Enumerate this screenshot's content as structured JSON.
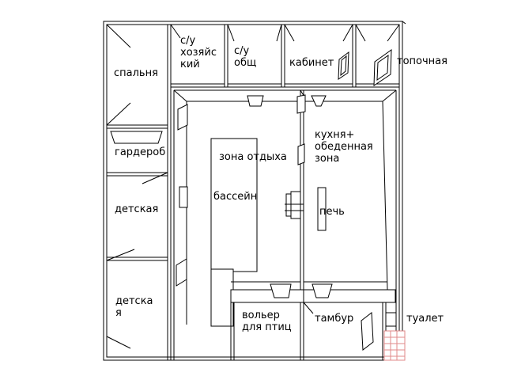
{
  "rooms": {
    "bedroom": "спальня",
    "bath_owner": "с/у\nхозяйс\nкий",
    "bath_common": "с/у\nобщ",
    "study": "кабинет",
    "boiler": "топочная",
    "wardrobe": "гардероб",
    "nursery_1": "детская",
    "nursery_2": "детска\nя",
    "rest_zone": "зона отдыха",
    "pool": "бассейн",
    "kitchen": "кухня+\nобеденная\nзона",
    "stove": "печь",
    "aviary": "вольер\nдля птиц",
    "vestibule": "тамбур",
    "toilet": "туалет"
  },
  "colors": {
    "line": "#000000",
    "interior_line": "#7a7a7a",
    "hatch": "#e08a8a"
  }
}
